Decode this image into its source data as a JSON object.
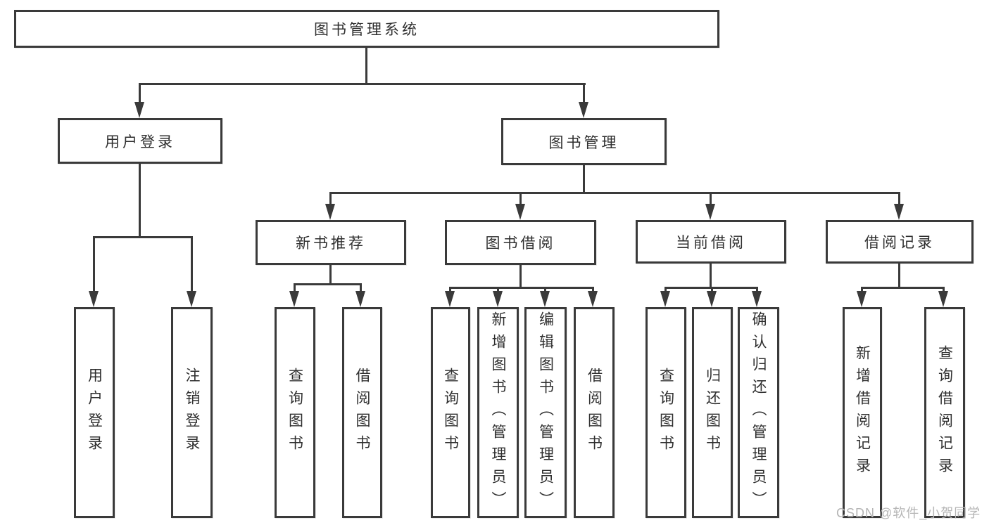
{
  "diagram": {
    "type": "hierarchy-tree",
    "root": {
      "label": "图书管理系统"
    },
    "branches": [
      {
        "label": "用户登录",
        "parent": "图书管理系统"
      },
      {
        "label": "图书管理",
        "parent": "图书管理系统"
      }
    ],
    "modules": [
      {
        "label": "新书推荐",
        "parent": "图书管理"
      },
      {
        "label": "图书借阅",
        "parent": "图书管理"
      },
      {
        "label": "当前借阅",
        "parent": "图书管理"
      },
      {
        "label": "借阅记录",
        "parent": "图书管理"
      }
    ],
    "leaves": [
      {
        "label": "用户登录",
        "parent": "用户登录"
      },
      {
        "label": "注销登录",
        "parent": "用户登录"
      },
      {
        "label": "查询图书",
        "parent": "新书推荐"
      },
      {
        "label": "借阅图书",
        "parent": "新书推荐"
      },
      {
        "label": "查询图书",
        "parent": "图书借阅"
      },
      {
        "label": "新增图书（管理员）",
        "parent": "图书借阅"
      },
      {
        "label": "编辑图书（管理员）",
        "parent": "图书借阅"
      },
      {
        "label": "借阅图书",
        "parent": "图书借阅"
      },
      {
        "label": "查询图书",
        "parent": "当前借阅"
      },
      {
        "label": "归还图书",
        "parent": "当前借阅"
      },
      {
        "label": "确认归还（管理员）",
        "parent": "当前借阅"
      },
      {
        "label": "新增借阅记录",
        "parent": "借阅记录"
      },
      {
        "label": "查询借阅记录",
        "parent": "借阅记录"
      }
    ],
    "colors": {
      "line": "#3a3a3a",
      "text": "#2f2f2f",
      "background": "#ffffff",
      "watermark": "#b5b5b5"
    }
  },
  "watermark": {
    "text": "CSDN @软件_小贺同学"
  }
}
